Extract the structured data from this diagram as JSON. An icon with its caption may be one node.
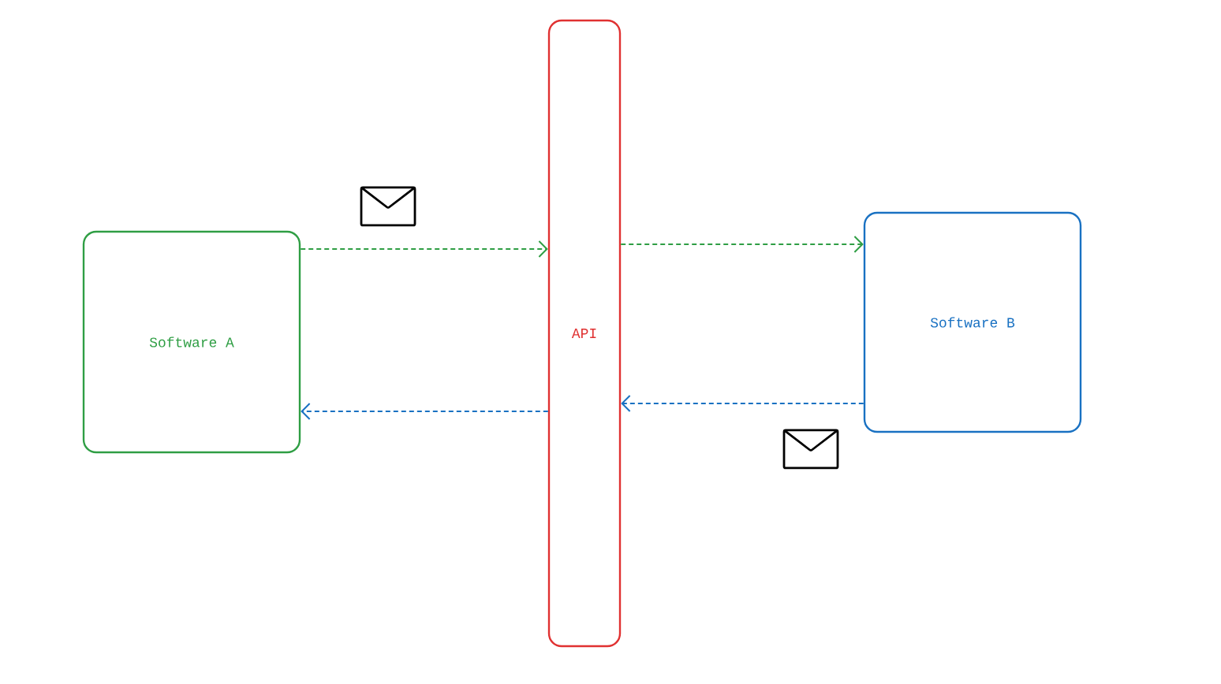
{
  "diagram": {
    "nodes": [
      {
        "text": [
          "Software A"
        ]
      },
      {
        "text": [
          "API"
        ]
      },
      {
        "text": [
          "Software B"
        ]
      }
    ],
    "edges": [
      {
        "from": 0,
        "to": 1,
        "arrow": "to",
        "style": "dashed",
        "color": "#2f9e44"
      },
      {
        "from": 1,
        "to": 2,
        "arrow": "to",
        "style": "dashed",
        "color": "#2f9e44"
      },
      {
        "from": 2,
        "to": 1,
        "arrow": "to",
        "style": "dashed",
        "color": "#1971c2"
      },
      {
        "from": 1,
        "to": 0,
        "arrow": "to",
        "style": "dashed",
        "color": "#1971c2"
      }
    ]
  }
}
